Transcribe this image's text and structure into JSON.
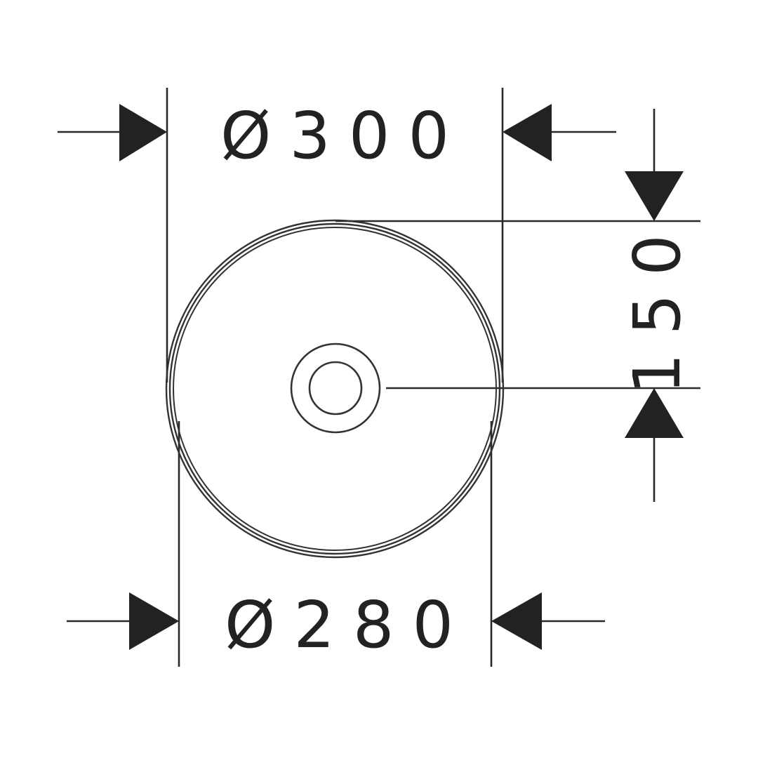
{
  "dimensions": {
    "top_diameter": "Ø300",
    "bottom_diameter": "Ø280",
    "height": "150"
  },
  "colors": {
    "ink": "#222222",
    "background": "#ffffff"
  }
}
